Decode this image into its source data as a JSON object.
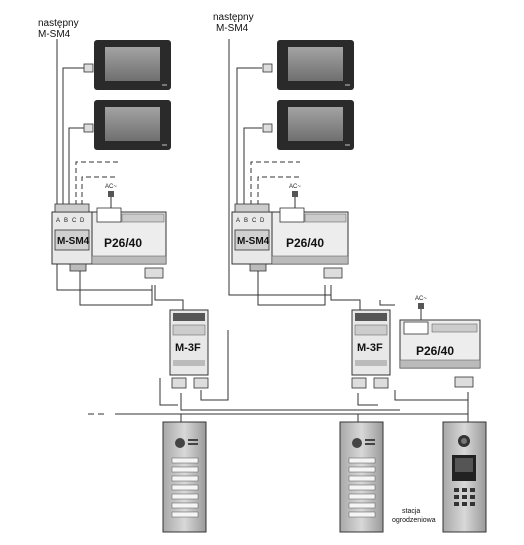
{
  "labels": {
    "next_module_1": [
      "następny",
      "M-SM4"
    ],
    "next_module_2": [
      "następny",
      "M-SM4"
    ],
    "gate_station": [
      "stacja",
      "ogrodzeniowa"
    ]
  },
  "modules": {
    "switch_label": "M-SM4",
    "power_label": "P26/40",
    "amplifier_label": "M-3F",
    "ac_label": "AC~",
    "terminal_letters": [
      "A",
      "B",
      "C",
      "D"
    ]
  },
  "colors": {
    "line": "#333333",
    "module_fill": "#e8e8e8",
    "monitor_frame": "#2a2a2a",
    "monitor_screen": "#8c8c8c",
    "panel_fill": "#bdbdbd"
  },
  "icons": [
    "monitor-icon",
    "power-plug-icon",
    "terminal-block-icon",
    "intercom-panel-icon"
  ]
}
